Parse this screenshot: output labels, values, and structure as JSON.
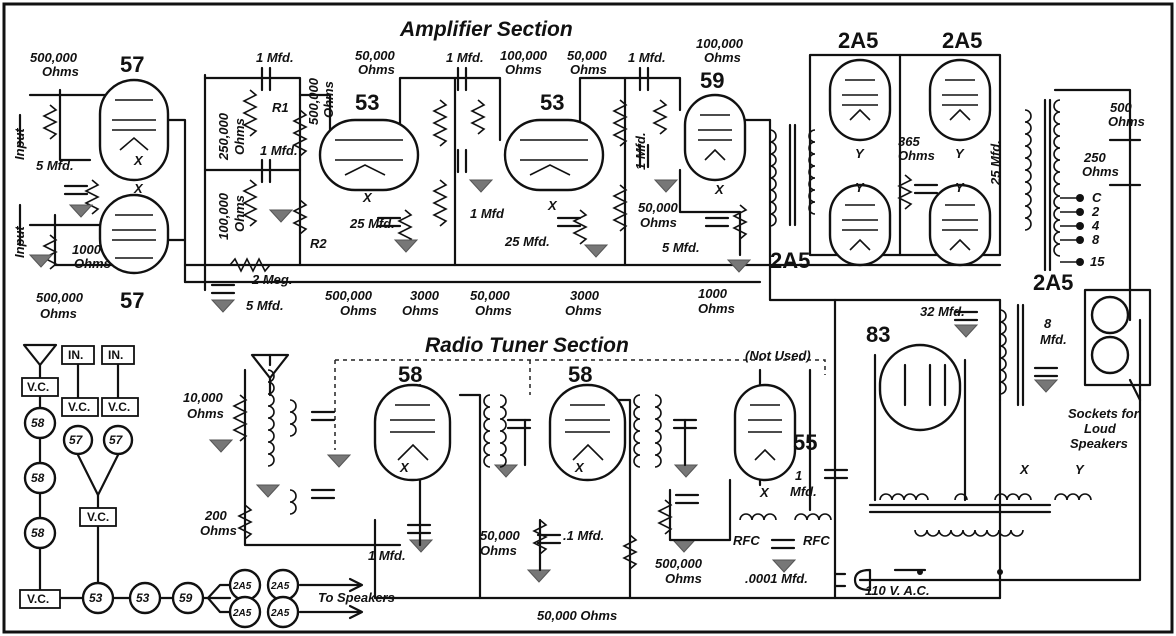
{
  "titles": {
    "amplifier": "Amplifier Section",
    "tuner": "Radio Tuner Section"
  },
  "tubes": {
    "t57": "57",
    "t53": "53",
    "t59": "59",
    "t2a5": "2A5",
    "t58": "58",
    "t55": "55",
    "t83": "83"
  },
  "labels": {
    "a_500000": "500,000",
    "a_250000": "250,000",
    "a_100000": "100,000",
    "a_50000": "50,000",
    "a_10000": "10,000",
    "a_3000": "3000",
    "a_1000": "1000",
    "a_500": "500",
    "a_365": "365",
    "a_250": "250",
    "a_200": "200",
    "a_8": "8",
    "ohms": "Ohms",
    "ohms50000": "50,000 Ohms",
    "mfd": "Mfd.",
    "mfd1": "1 Mfd.",
    "mfd1_plain": "1 Mfd",
    "one": "1",
    "mfd5": "5 Mfd.",
    "mfd25": "25 Mfd.",
    "mfd32": "32 Mfd.",
    "dot1mfd": ".1 Mfd.",
    "mfd0001": ".0001 Mfd.",
    "meg2": "2 Meg.",
    "r1": "R1",
    "r2": "R2",
    "x": "X",
    "y": "Y",
    "input": "Input",
    "rfc": "RFC",
    "not_used": "(Not Used)",
    "to_speakers": "To Speakers",
    "vac": "110 V. A.C.",
    "sockets_1": "Sockets for",
    "sockets_2": "Loud",
    "sockets_3": "Speakers"
  },
  "taps": [
    "C",
    "2",
    "4",
    "8",
    "15"
  ],
  "blocks": {
    "vc": "V.C.",
    "in": "IN."
  }
}
